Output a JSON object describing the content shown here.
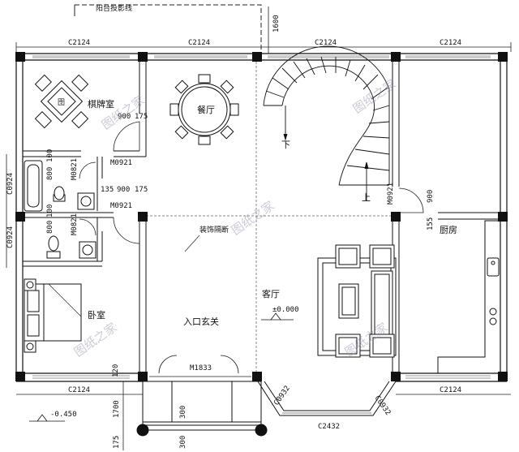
{
  "annotations": {
    "balcony_projection": "阳台投影线",
    "dim_1600": "1600",
    "dim_900_a": "900",
    "dim_175_a": "175",
    "dim_800_a": "800",
    "dim_100_a": "100",
    "dim_135": "135",
    "dim_900_b": "900",
    "dim_175_b": "175",
    "dim_800_b": "800",
    "dim_100_b": "100",
    "dim_900_c": "900",
    "dim_155": "155",
    "dim_120": "120",
    "dim_1700": "1700",
    "dim_300_a": "300",
    "dim_300_b": "300",
    "dim_175_c": "175",
    "elev_floor": "±0.000",
    "elev_porch": "-0.450",
    "stair_down": "下",
    "stair_up": "上",
    "partition": "装饰隔断"
  },
  "windows": {
    "top_1": "C2124",
    "top_2": "C2124",
    "top_3": "C2124",
    "top_4": "C2124",
    "left_1": "C0924",
    "left_2": "C0924",
    "bottom_1": "C2124",
    "bottom_2": "C2124",
    "bay_left": "C0932",
    "bay_right": "C0932",
    "bay_front": "C2432"
  },
  "doors": {
    "chess": "M0921",
    "bath1": "M0821",
    "hall": "M0921",
    "bath2": "M0821",
    "kitchen": "M0921",
    "entry": "M1833"
  },
  "rooms": {
    "chess_room": "棋牌室",
    "dining": "餐厅",
    "living": "客厅",
    "kitchen": "厨房",
    "bedroom": "卧室",
    "entrance": "入口玄关"
  },
  "watermark": "图纸之家"
}
